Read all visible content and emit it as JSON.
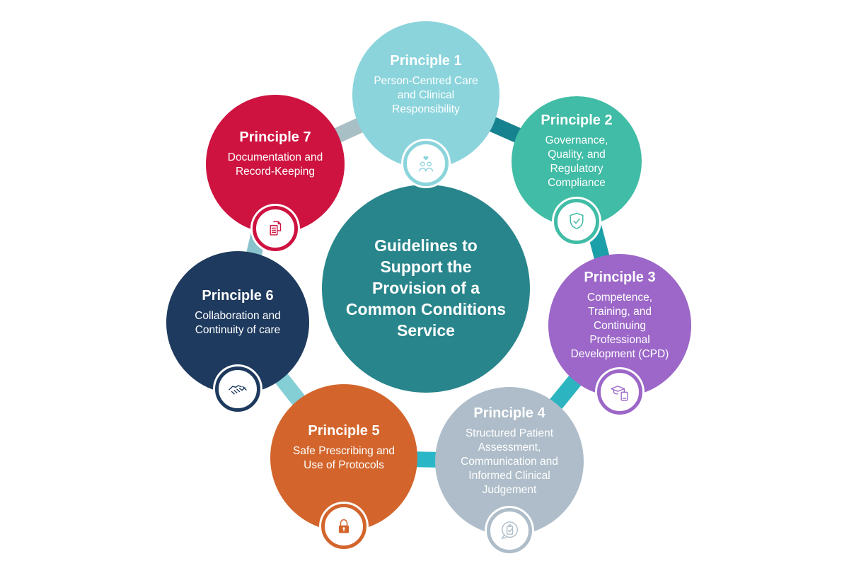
{
  "diagram": {
    "background_color": "#ffffff",
    "center": {
      "title": "Guidelines to Support the Provision of a Common Conditions Service",
      "color": "#28858b",
      "text_color": "#ffffff"
    },
    "principles": [
      {
        "title": "Principle 1",
        "subtitle": "Person-Centred Care and Clinical Responsibility",
        "color": "#8bd4dc",
        "icon": "people-heart-icon"
      },
      {
        "title": "Principle 2",
        "subtitle": "Governance, Quality, and Regulatory Compliance",
        "color": "#41bca6",
        "icon": "shield-check-icon"
      },
      {
        "title": "Principle 3",
        "subtitle": "Competence, Training, and Continuing Professional Development (CPD)",
        "color": "#9c67c8",
        "icon": "graduation-cap-icon"
      },
      {
        "title": "Principle 4",
        "subtitle": "Structured Patient Assessment, Communication and Informed Clinical Judgement",
        "color": "#aebdc9",
        "icon": "clipboard-speech-icon"
      },
      {
        "title": "Principle 5",
        "subtitle": "Safe Prescribing and Use of Protocols",
        "color": "#d3652c",
        "icon": "padlock-icon"
      },
      {
        "title": "Principle 6",
        "subtitle": "Collaboration and Continuity of care",
        "color": "#1e3a5e",
        "icon": "handshake-icon"
      },
      {
        "title": "Principle 7",
        "subtitle": "Documentation and Record-Keeping",
        "color": "#ce1340",
        "icon": "documents-icon"
      }
    ],
    "connectors": [
      {
        "from": "principle-7",
        "to": "principle-1",
        "color": "#a9bfc6"
      },
      {
        "from": "principle-1",
        "to": "principle-2",
        "color": "#17828f"
      },
      {
        "from": "principle-2",
        "to": "principle-3",
        "color": "#1b9fa8"
      },
      {
        "from": "principle-3",
        "to": "principle-4",
        "color": "#2cb5c0"
      },
      {
        "from": "principle-4",
        "to": "principle-5",
        "color": "#29b7c8"
      },
      {
        "from": "principle-5",
        "to": "principle-6",
        "color": "#84ced6"
      },
      {
        "from": "principle-6",
        "to": "principle-7",
        "color": "#8ac3cb"
      }
    ]
  }
}
